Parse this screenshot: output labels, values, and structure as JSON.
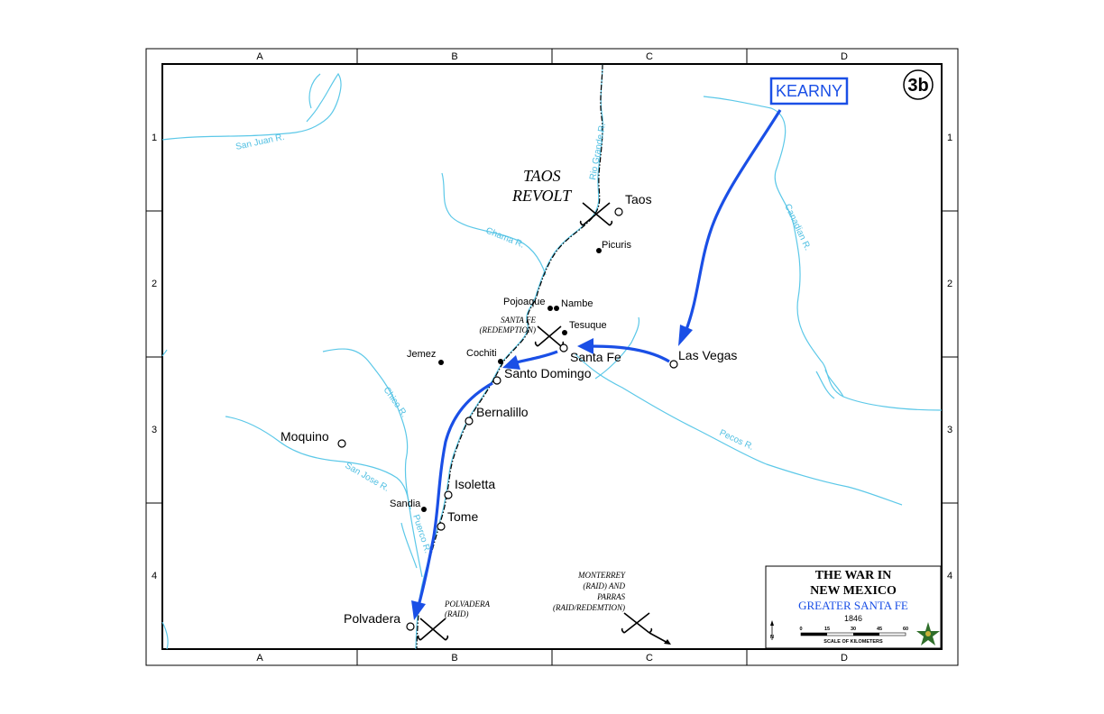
{
  "map_number": "3b",
  "grid": {
    "columns": [
      "A",
      "B",
      "C",
      "D"
    ],
    "rows": [
      "1",
      "2",
      "3",
      "4"
    ]
  },
  "commander": "KEARNY",
  "battle_sites": {
    "taos_revolt": [
      "TAOS",
      "REVOLT"
    ],
    "santa_fe": [
      "SANTA FE",
      "(REDEMPTION)"
    ],
    "polvadera": [
      "POLVADERA",
      "(RAID)"
    ],
    "monterrey": [
      "MONTERREY",
      "(RAID) AND",
      "PARRAS",
      "(RAID/REDEMTION)"
    ]
  },
  "towns_major": {
    "taos": "Taos",
    "santa_fe": "Santa Fe",
    "las_vegas": "Las Vegas",
    "santo_domingo": "Santo Domingo",
    "bernalillo": "Bernalillo",
    "moquino": "Moquino",
    "isoletta": "Isoletta",
    "tome": "Tome",
    "polvadera": "Polvadera"
  },
  "towns_minor": {
    "picuris": "Picuris",
    "pojoaque": "Pojoaque",
    "nambe": "Nambe",
    "tesuque": "Tesuque",
    "jemez": "Jemez",
    "cochiti": "Cochiti",
    "sandia": "Sandia"
  },
  "rivers": {
    "san_juan": "San Juan R.",
    "rio_grande": "Rio Grande R.",
    "chama": "Chama R.",
    "canadian": "Canadian R.",
    "chico": "Chico R.",
    "pecos": "Pecos R.",
    "san_jose": "San Jose R.",
    "puerco": "Puerco R."
  },
  "legend": {
    "title_line1": "THE WAR IN",
    "title_line2": "NEW MEXICO",
    "subtitle": "GREATER SANTA FE",
    "year": "1846",
    "scale_ticks": [
      "0",
      "15",
      "30",
      "45",
      "60"
    ],
    "scale_label": "SCALE OF KILOMETERS",
    "north_label": "N"
  },
  "colors": {
    "route": "#1a4fe6",
    "river": "#5cc8e8",
    "frame": "#000000"
  }
}
